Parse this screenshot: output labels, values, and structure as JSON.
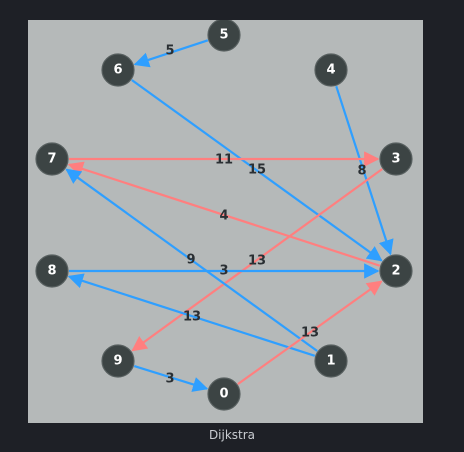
{
  "caption": "Dijkstra",
  "colors": {
    "background": "#1e2026",
    "canvas": "#b5b9b9",
    "node_fill": "#3c4444",
    "default_edge": "#2f9fff",
    "path_edge": "#ff7f7f",
    "edge_label": "#2a2f33",
    "node_label": "#ffffff"
  },
  "graph": {
    "nodes": [
      {
        "id": "0",
        "label": "0"
      },
      {
        "id": "1",
        "label": "1"
      },
      {
        "id": "2",
        "label": "2"
      },
      {
        "id": "3",
        "label": "3"
      },
      {
        "id": "4",
        "label": "4"
      },
      {
        "id": "5",
        "label": "5"
      },
      {
        "id": "6",
        "label": "6"
      },
      {
        "id": "7",
        "label": "7"
      },
      {
        "id": "8",
        "label": "8"
      },
      {
        "id": "9",
        "label": "9"
      }
    ],
    "edges": [
      {
        "from": "5",
        "to": "6",
        "weight": "5",
        "highlighted": false
      },
      {
        "from": "6",
        "to": "2",
        "weight": "15",
        "highlighted": false
      },
      {
        "from": "4",
        "to": "2",
        "weight": "8",
        "highlighted": false
      },
      {
        "from": "7",
        "to": "3",
        "weight": "11",
        "highlighted": true
      },
      {
        "from": "2",
        "to": "7",
        "weight": "4",
        "highlighted": true
      },
      {
        "from": "3",
        "to": "9",
        "weight": "13",
        "highlighted": true
      },
      {
        "from": "1",
        "to": "7",
        "weight": "9",
        "highlighted": false
      },
      {
        "from": "8",
        "to": "2",
        "weight": "3",
        "highlighted": false
      },
      {
        "from": "1",
        "to": "8",
        "weight": "13",
        "highlighted": false
      },
      {
        "from": "0",
        "to": "2",
        "weight": "13",
        "highlighted": true
      },
      {
        "from": "9",
        "to": "0",
        "weight": "3",
        "highlighted": false
      }
    ]
  }
}
